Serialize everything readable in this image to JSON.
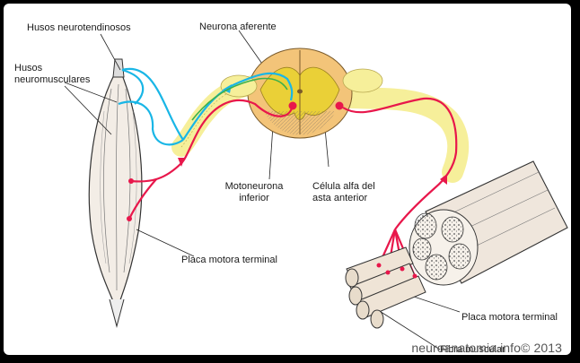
{
  "labels": {
    "husos_neurotendinosos": "Husos neurotendinosos",
    "husos_neuromusculares_1": "Husos",
    "husos_neuromusculares_2": "neuromusculares",
    "neurona_aferente": "Neurona aferente",
    "motoneurona_1": "Motoneurona",
    "motoneurona_2": "inferior",
    "celula_alfa_1": "Célula alfa del",
    "celula_alfa_2": "asta anterior",
    "placa_motora_left": "Placa motora terminal",
    "placa_motora_right": "Placa motora terminal",
    "fibra_muscular": "Fibra muscular"
  },
  "watermark": "neuroanatomia.info© 2013",
  "colors": {
    "afferent": "#19b6e6",
    "efferent": "#e8174b",
    "nerve": "#f6ef9a",
    "gray_matter": "#ead037",
    "cord": "#f3c479"
  }
}
